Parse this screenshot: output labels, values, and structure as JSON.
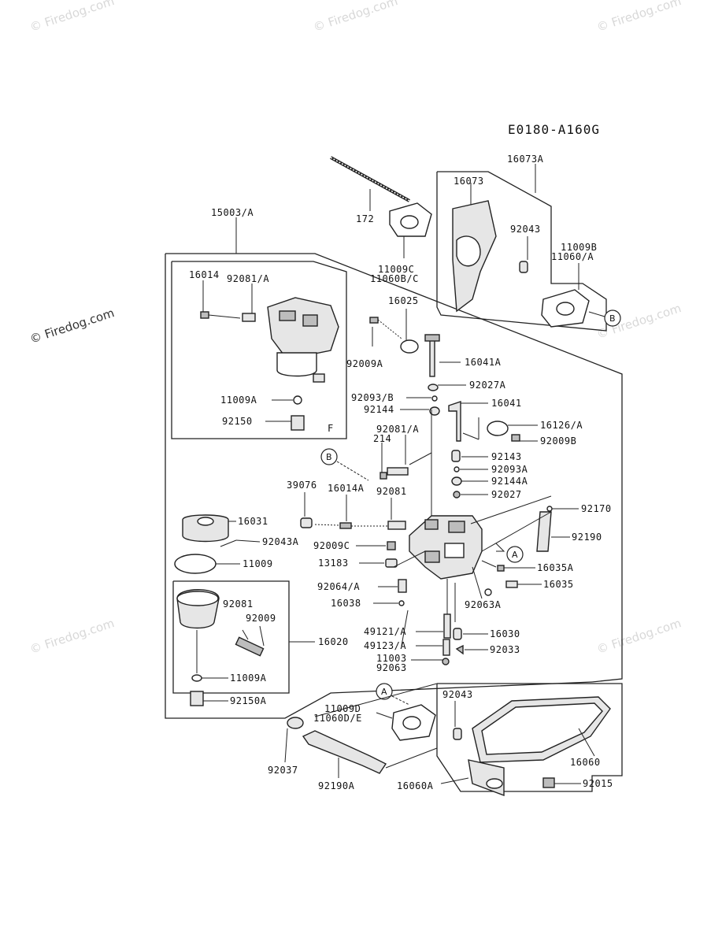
{
  "diagram_code": "E0180-A160G",
  "watermarks": {
    "main": "© Firedog.com",
    "faint": "© Firedog.com"
  },
  "callout_letters": {
    "a": "A",
    "b": "B",
    "f": "F"
  },
  "part_labels": {
    "p16073A": "16073A",
    "p16073": "16073",
    "p172": "172",
    "p92043_top": "92043",
    "p11009B": "11009B",
    "p11060A": "11060/A",
    "p11009C": "11009C",
    "p11060BC": "11060B/C",
    "p15003A": "15003/A",
    "p16014": "16014",
    "p92081A_top": "92081/A",
    "p16025": "16025",
    "p92009A": "92009A",
    "p16041A": "16041A",
    "p11009A": "11009A",
    "p92027A": "92027A",
    "p92093B": "92093/B",
    "p16041": "16041",
    "p92144": "92144",
    "p92150": "92150",
    "p16126A": "16126/A",
    "p92081A_mid": "92081/A",
    "p92009B": "92009B",
    "p214": "214",
    "p92143": "92143",
    "p92093A": "92093A",
    "p92144A": "92144A",
    "p39076": "39076",
    "p16014A": "16014A",
    "p92081_mid": "92081",
    "p92027": "92027",
    "p92170": "92170",
    "p16031": "16031",
    "p92190": "92190",
    "p92043A": "92043A",
    "p92009C": "92009C",
    "p11009": "11009",
    "p13183": "13183",
    "p16035A": "16035A",
    "p16035": "16035",
    "p92064A": "92064/A",
    "p92081_low": "92081",
    "p16038": "16038",
    "p92063A": "92063A",
    "p92009": "92009",
    "p49121A": "49121/A",
    "p16030": "16030",
    "p16020": "16020",
    "p49123A": "49123/A",
    "p92033": "92033",
    "p11003": "11003",
    "p92063": "92063",
    "p11009A_low": "11009A",
    "p92043_low": "92043",
    "p92150A": "92150A",
    "p11009D": "11009D",
    "p11060DE": "11060D/E",
    "p16060": "16060",
    "p92037": "92037",
    "p92190A": "92190A",
    "p16060A": "16060A",
    "p92015": "92015"
  }
}
